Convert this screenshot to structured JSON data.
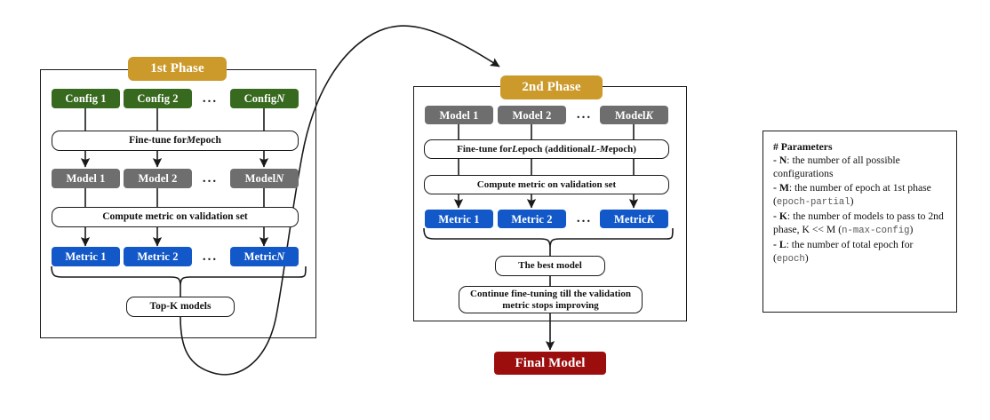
{
  "diagram": {
    "title": "Two-phase fine-tuning pipeline",
    "colors": {
      "phase_label": "#cc9a2b",
      "config": "#37691f",
      "model": "#6e6e6e",
      "metric": "#1258c8",
      "final": "#9c0d0d",
      "stroke": "#1a1a1a",
      "background": "#ffffff"
    }
  },
  "phase1": {
    "label": "1st Phase",
    "configs": [
      "Config 1",
      "Config 2",
      "Config N"
    ],
    "configs_ellipsis": "...",
    "finetune": "Fine-tune for M epoch",
    "models": [
      "Model 1",
      "Model 2",
      "Model N"
    ],
    "models_ellipsis": "...",
    "compute": "Compute metric on validation set",
    "metrics": [
      "Metric 1",
      "Metric 2",
      "Metric N"
    ],
    "metrics_ellipsis": "...",
    "topk": "Top-K models"
  },
  "phase2": {
    "label": "2nd Phase",
    "models": [
      "Model 1",
      "Model 2",
      "Model K"
    ],
    "models_ellipsis": "...",
    "finetune": "Fine-tune for L epoch (additional L - M epoch)",
    "compute": "Compute metric on validation set",
    "metrics": [
      "Metric 1",
      "Metric 2",
      "Metric K"
    ],
    "metrics_ellipsis": "...",
    "best": "The best model",
    "continue": "Continue fine-tuning till the validation metric stops improving"
  },
  "output": {
    "final_model": "Final Model"
  },
  "parameters": {
    "heading": "# Parameters",
    "items": [
      {
        "symbol": "N",
        "text": ": the number of all possible configurations",
        "code": ""
      },
      {
        "symbol": "M",
        "text": ": the number of epoch at 1st phase ",
        "code": "epoch-partial"
      },
      {
        "symbol": "K",
        "text": ": the number of models to pass to 2nd phase, K << M ",
        "code": "n-max-config"
      },
      {
        "symbol": "L",
        "text": ": the number of total epoch for ",
        "code": "epoch"
      }
    ]
  }
}
